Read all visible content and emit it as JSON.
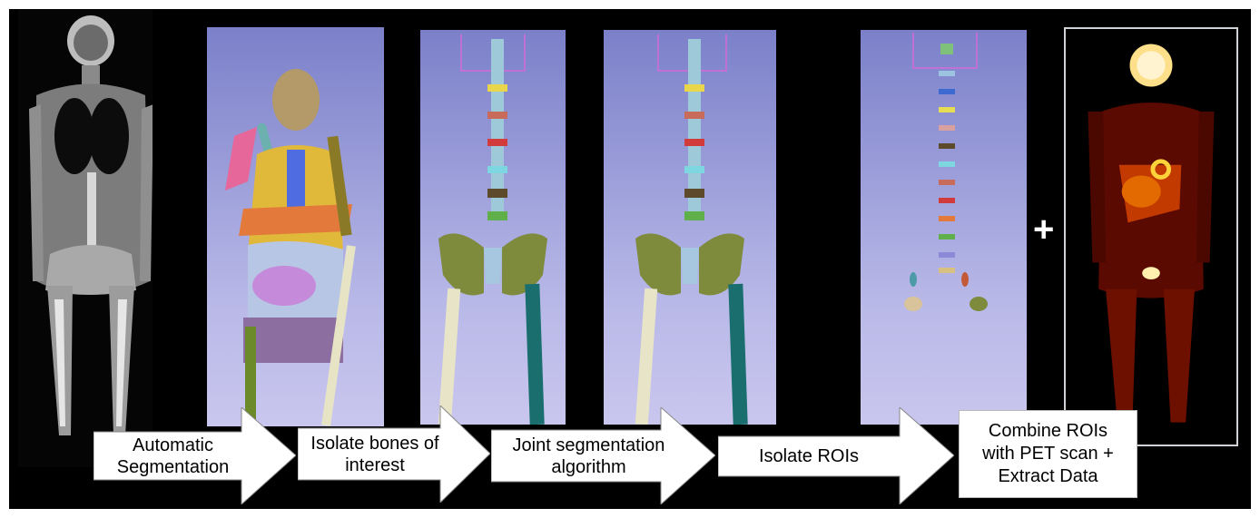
{
  "pipeline": {
    "steps": [
      {
        "label_line1": "Automatic",
        "label_line2": "Segmentation"
      },
      {
        "label_line1": "Isolate bones of",
        "label_line2": "interest"
      },
      {
        "label_line1": "Joint segmentation",
        "label_line2": "algorithm"
      },
      {
        "label_line1": "Isolate ROIs",
        "label_line2": ""
      }
    ],
    "final_step": {
      "line1": "Combine ROIs",
      "line2": "with PET scan +",
      "line3": "Extract Data"
    },
    "plus_symbol": "+"
  },
  "colors": {
    "background": "#000000",
    "viewport_top": "#7b80c9",
    "viewport_bottom": "#c9c6ee",
    "arrow_fill": "#ffffff",
    "pet_hot": "#ffb400"
  },
  "panels": [
    {
      "name": "ct-scan",
      "kind": "CT coronal image"
    },
    {
      "name": "full-body-segmentation",
      "kind": "3D segmentation"
    },
    {
      "name": "bones-of-interest",
      "kind": "3D segmentation"
    },
    {
      "name": "joint-segmentation",
      "kind": "3D segmentation"
    },
    {
      "name": "isolated-rois",
      "kind": "3D segmentation"
    },
    {
      "name": "pet-scan",
      "kind": "PET coronal image"
    }
  ]
}
